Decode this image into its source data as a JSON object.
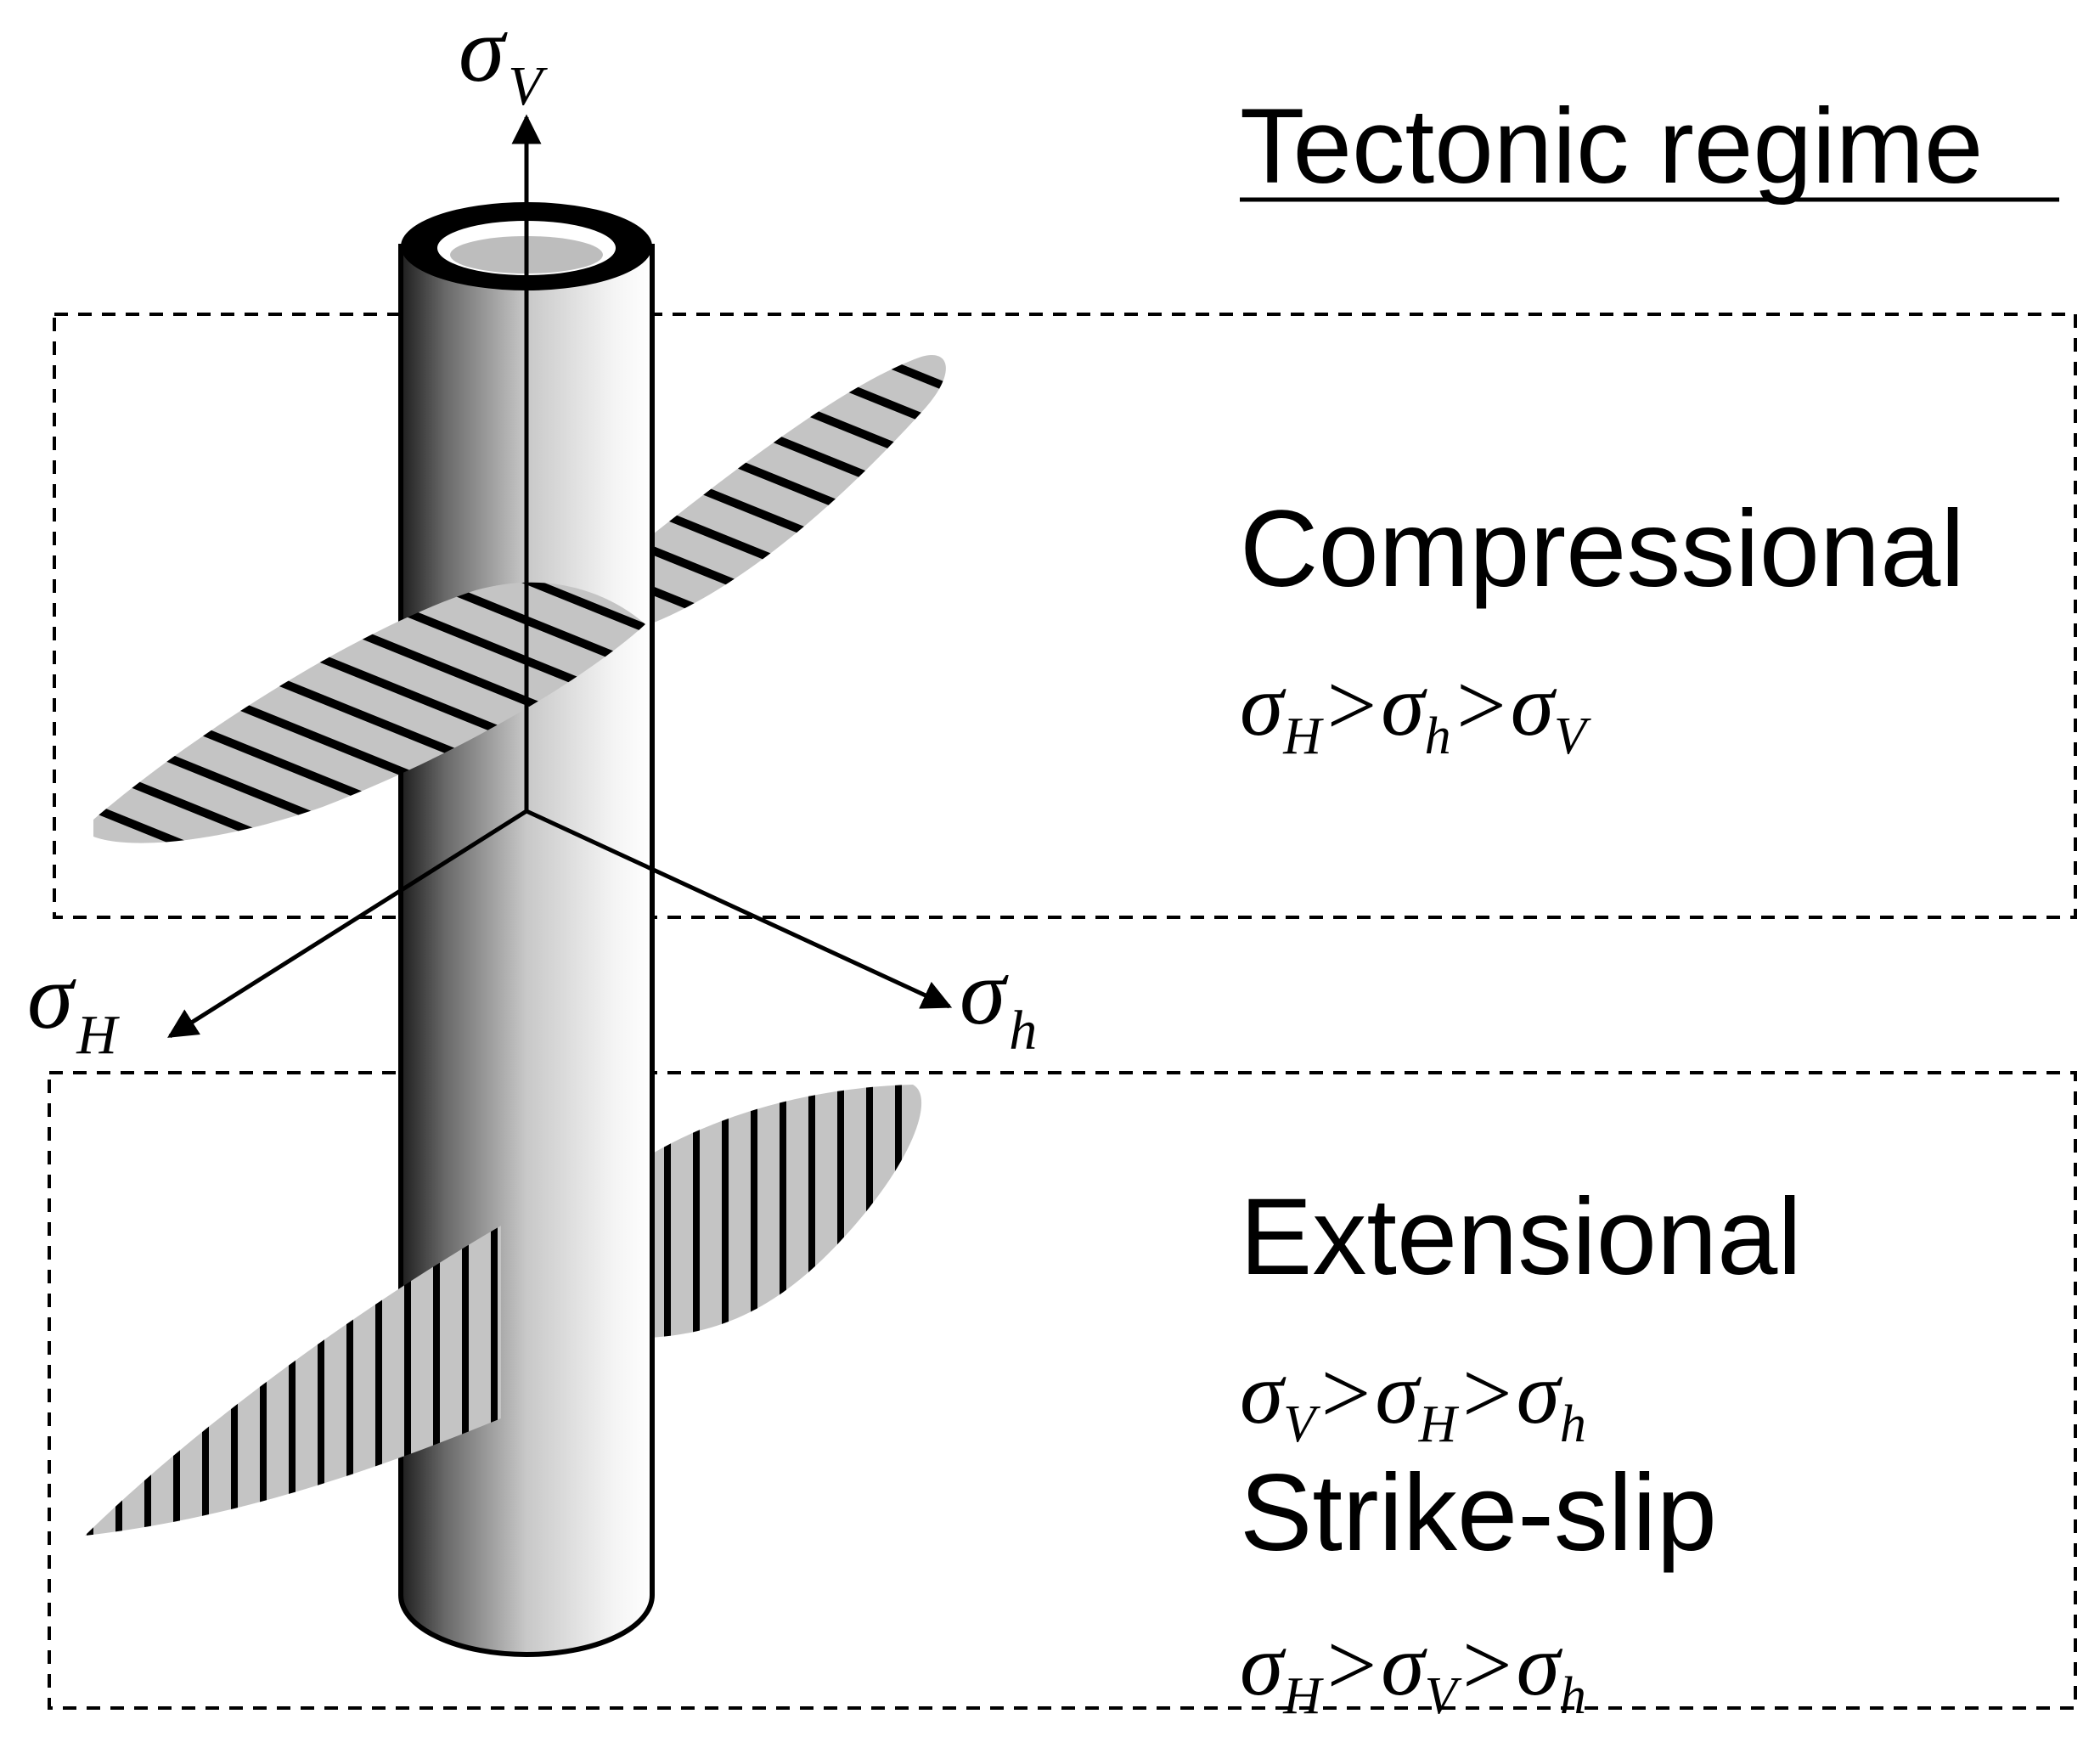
{
  "title": "Tectonic regime",
  "axes": {
    "vertical": {
      "symbol": "σ",
      "sub": "V"
    },
    "max_horizontal": {
      "symbol": "σ",
      "sub": "H"
    },
    "min_horizontal": {
      "symbol": "σ",
      "sub": "h"
    }
  },
  "regimes": [
    {
      "name": "Compressional",
      "terms": [
        {
          "sym": "σ",
          "sub": "H",
          "op": ">"
        },
        {
          "sym": "σ",
          "sub": "h",
          "op": ">"
        },
        {
          "sym": "σ",
          "sub": "V",
          "op": ""
        }
      ]
    },
    {
      "name": "Extensional",
      "terms": [
        {
          "sym": "σ",
          "sub": "V",
          "op": ">"
        },
        {
          "sym": "σ",
          "sub": "H",
          "op": ">"
        },
        {
          "sym": "σ",
          "sub": "h",
          "op": ""
        }
      ]
    },
    {
      "name": "Strike-slip",
      "terms": [
        {
          "sym": "σ",
          "sub": "H",
          "op": ">"
        },
        {
          "sym": "σ",
          "sub": "V",
          "op": ">"
        },
        {
          "sym": "σ",
          "sub": "h",
          "op": ""
        }
      ]
    }
  ],
  "colors": {
    "line": "#000000",
    "fracture_fill": "#c4c4c4",
    "background": "#ffffff"
  }
}
